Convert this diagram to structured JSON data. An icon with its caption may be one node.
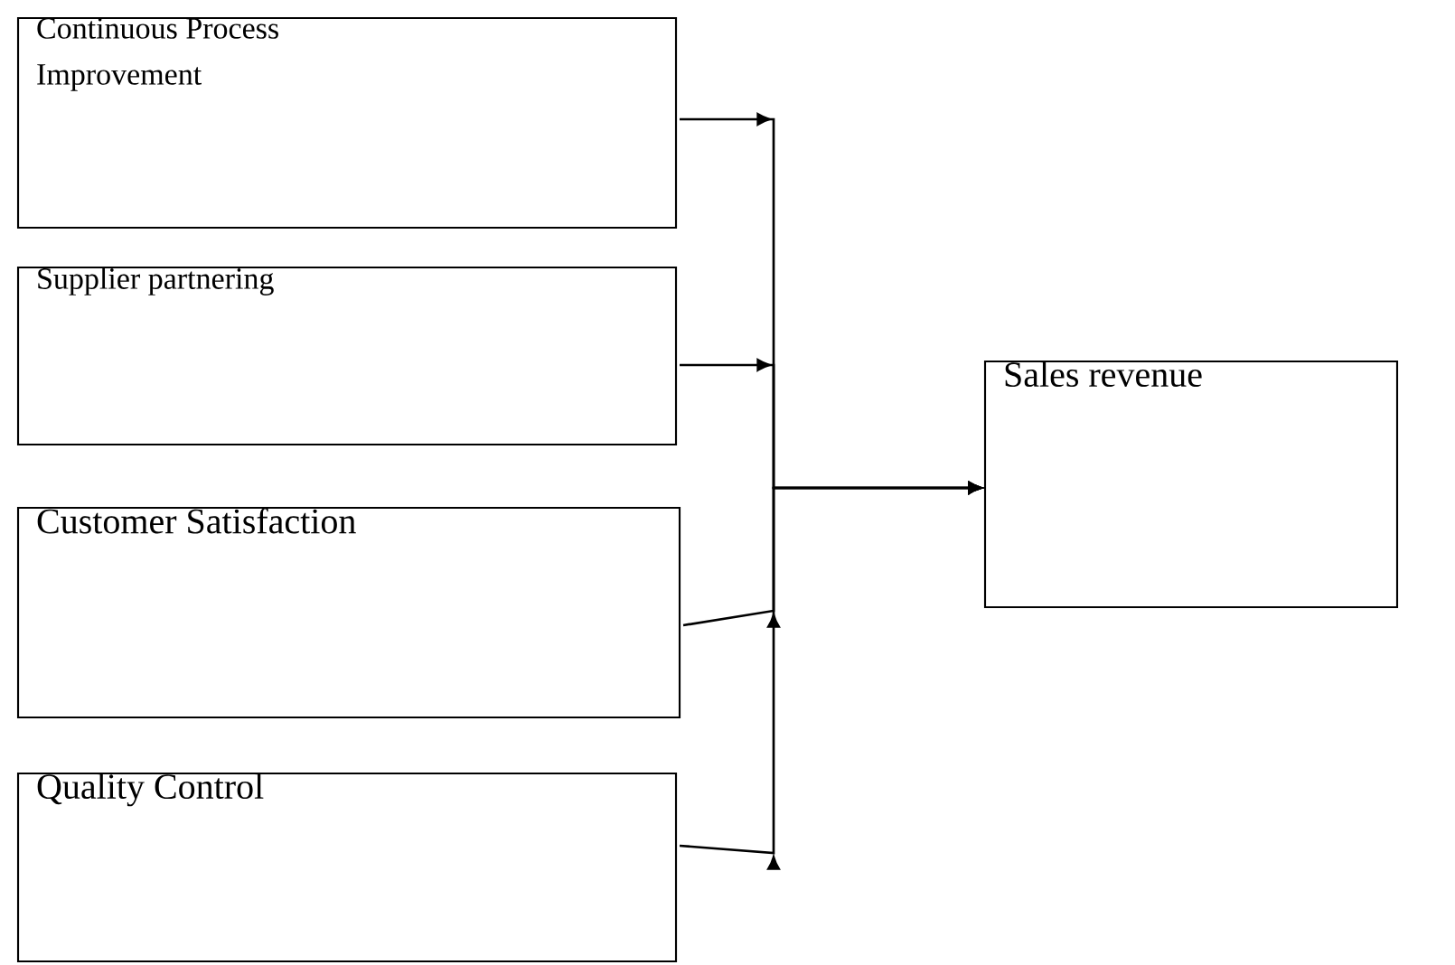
{
  "diagram": {
    "nodes": [
      {
        "text": [
          "Continuous Process Improvement"
        ]
      },
      {
        "text": [
          "Supplier partnering"
        ]
      },
      {
        "text": [
          "Customer Satisfaction"
        ]
      },
      {
        "text": [
          "Quality Control"
        ]
      },
      {
        "text": [
          "Sales revenue"
        ]
      }
    ],
    "edges": [
      {
        "from": 0,
        "to": 4,
        "arrow": "to"
      },
      {
        "from": 1,
        "to": 4,
        "arrow": "to"
      },
      {
        "from": 2,
        "to": 4,
        "arrow": "to"
      },
      {
        "from": 3,
        "to": 4,
        "arrow": "to"
      }
    ]
  }
}
